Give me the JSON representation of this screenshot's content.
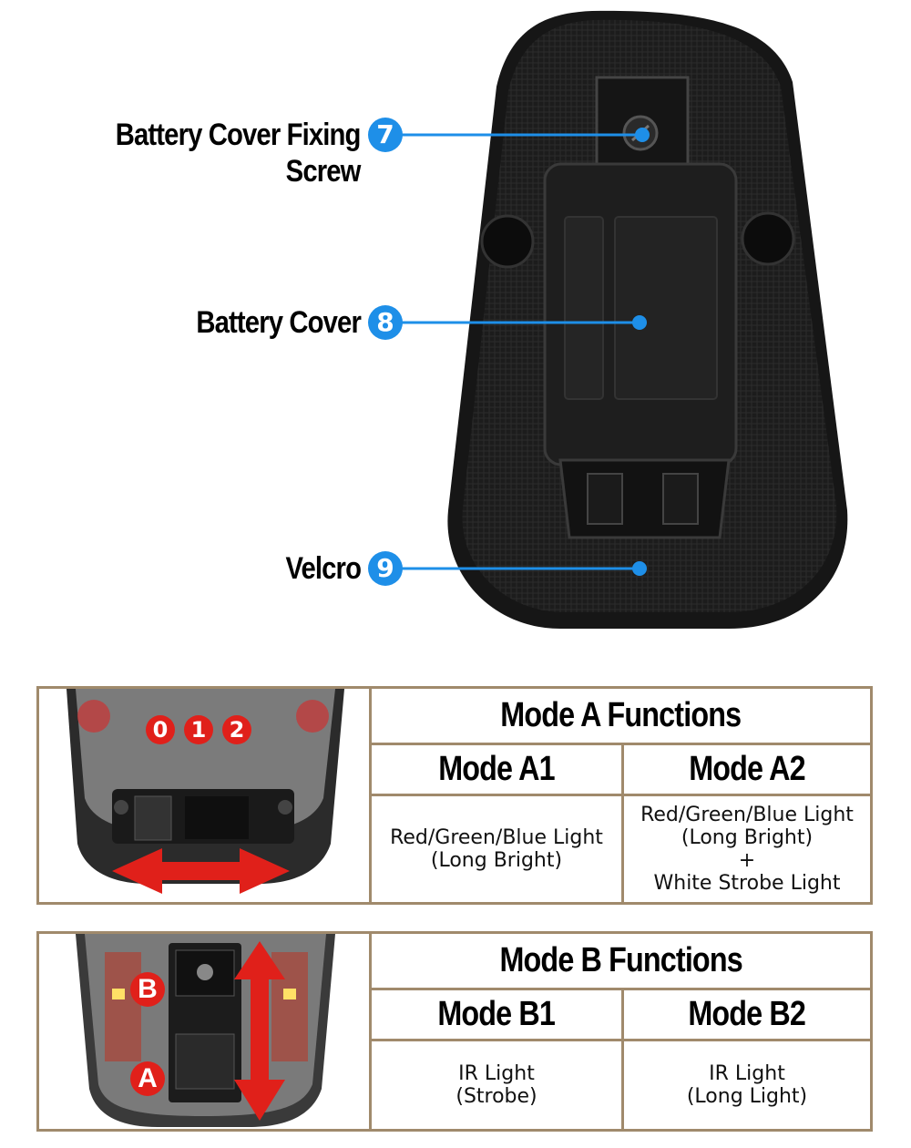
{
  "callouts": [
    {
      "number": "7",
      "label": "Battery Cover Fixing\nScrew"
    },
    {
      "number": "8",
      "label": "Battery Cover"
    },
    {
      "number": "9",
      "label": "Velcro"
    }
  ],
  "colors": {
    "badge": "#1e8fe8",
    "leader_line": "#1e8fe8",
    "table_border": "#a08a6c",
    "device_body": "#1a1a1a",
    "arrow_red": "#e0201a"
  },
  "mode_a": {
    "title": "Mode A Functions",
    "switch_positions": [
      "0",
      "1",
      "2"
    ],
    "columns": [
      {
        "name": "Mode A1",
        "description": "Red/Green/Blue Light\n(Long Bright)"
      },
      {
        "name": "Mode A2",
        "description": "Red/Green/Blue Light\n(Long Bright)\n+\nWhite Strobe Light"
      }
    ]
  },
  "mode_b": {
    "title": "Mode B Functions",
    "switch_positions": [
      "B",
      "A"
    ],
    "columns": [
      {
        "name": "Mode B1",
        "description": "IR Light\n(Strobe)"
      },
      {
        "name": "Mode B2",
        "description": "IR Light\n(Long Light)"
      }
    ]
  }
}
